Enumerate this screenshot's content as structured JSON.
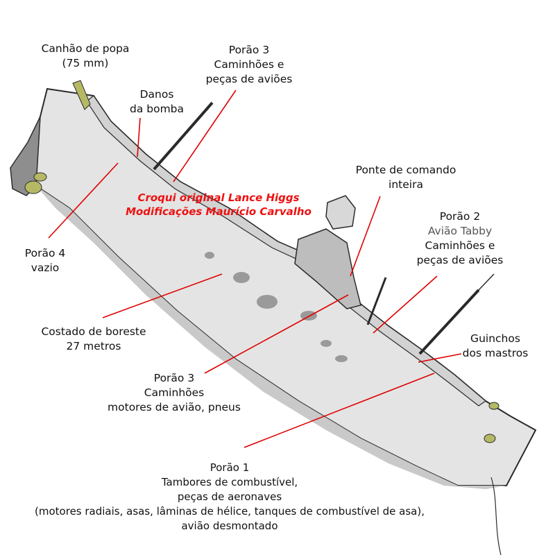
{
  "colors": {
    "hull": "#e4e4e4",
    "hull_shadow": "#c9c9c9",
    "outline": "#2a2a2a",
    "leader": "#e00000",
    "credit": "#ee1111",
    "olive": "#b6b964"
  },
  "credit": {
    "line1": "Croqui original Lance Higgs",
    "line2": "Modificações Maurício Carvalho"
  },
  "labels": {
    "stern_gun": {
      "line1": "Canhão de popa",
      "line2": "(75 mm)"
    },
    "bomb_damage": {
      "line1": "Danos",
      "line2": "da bomba"
    },
    "hold3_top": {
      "line1": "Porão 3",
      "line2": "Caminhões e",
      "line3": "peças de aviões"
    },
    "bridge": {
      "line1": "Ponte de comando",
      "line2": "inteira"
    },
    "hold2": {
      "line1": "Porão 2",
      "line2": "Avião Tabby",
      "line3": "Caminhões e",
      "line4": "peças de aviões"
    },
    "hold4": {
      "line1": "Porão 4",
      "line2": "vazio"
    },
    "starboard_side": {
      "line1": "Costado de boreste",
      "line2": "27 metros"
    },
    "winches": {
      "line1": "Guinchos",
      "line2": "dos mastros"
    },
    "hold3_mid": {
      "line1": "Porão 3",
      "line2": "Caminhões",
      "line3": "motores de avião, pneus"
    },
    "hold1": {
      "line1": "Porão 1",
      "line2": "Tambores de combustível,",
      "line3": "peças de aeronaves",
      "line4": "(motores radiais, asas, lâminas de hélice, tanques de combustível de asa),",
      "line5": "avião desmontado"
    }
  }
}
